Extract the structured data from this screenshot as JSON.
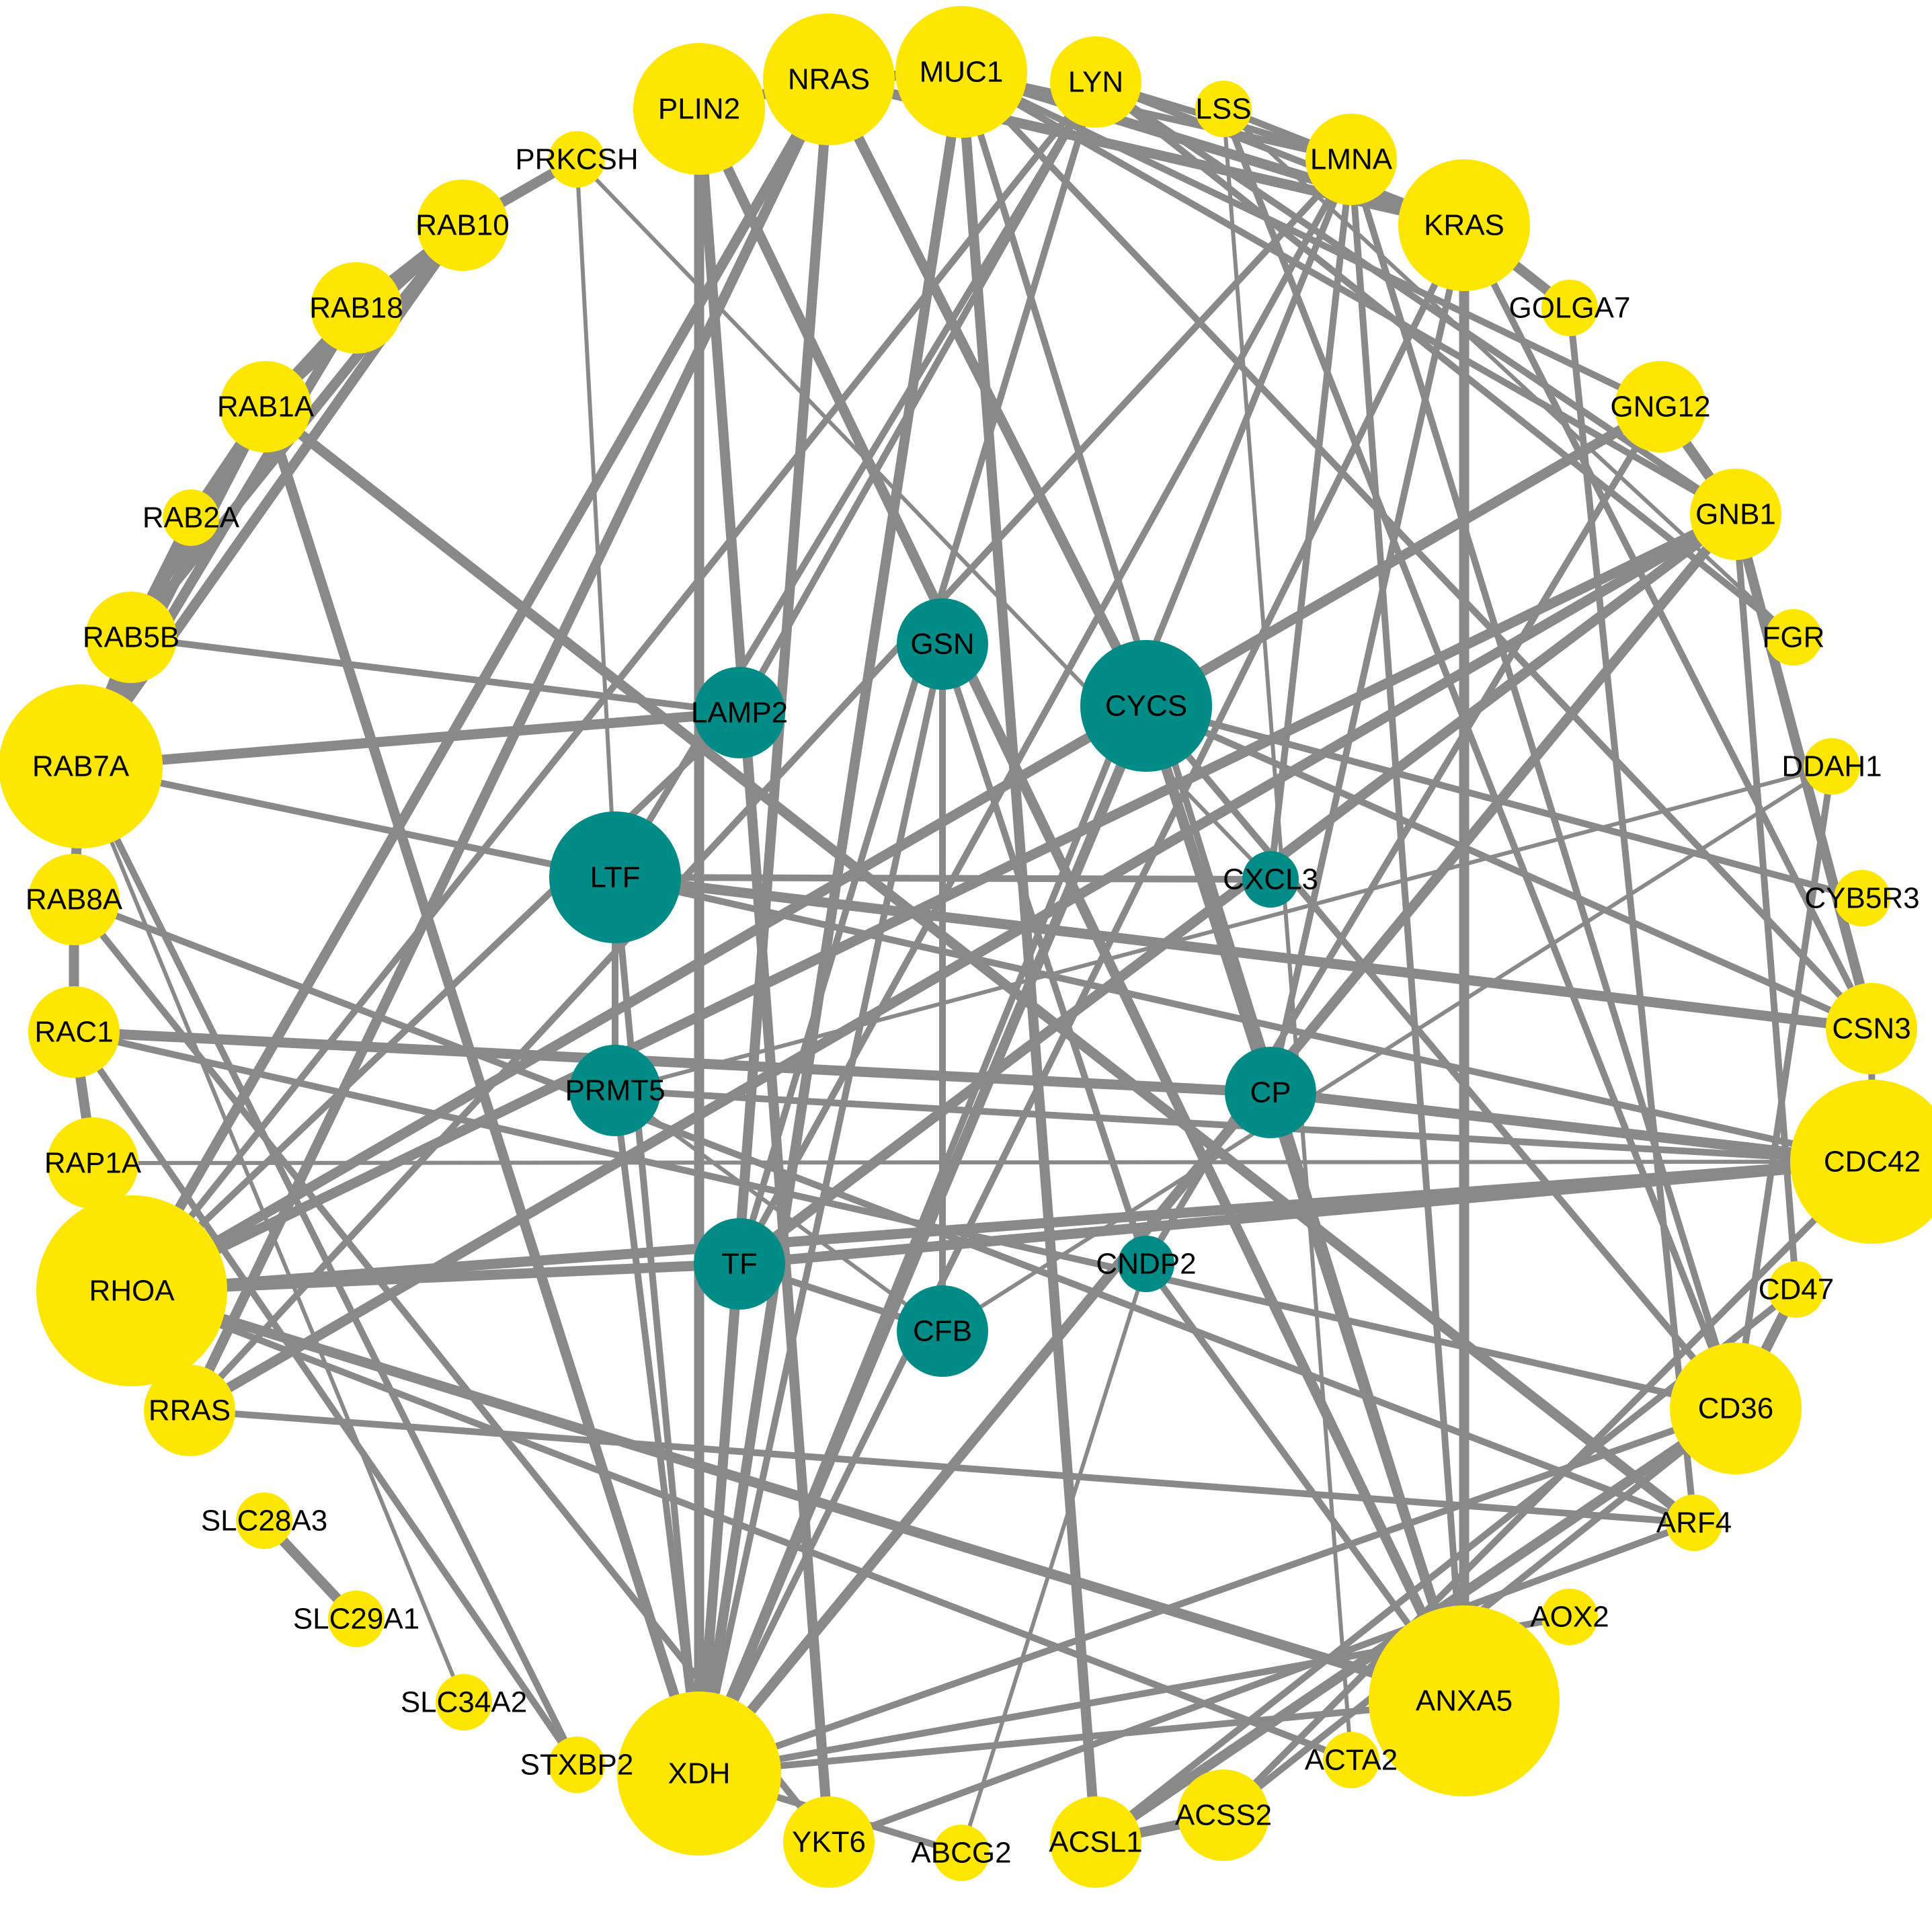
{
  "colors": {
    "background": "#ffffff",
    "edge": "#898989",
    "outer_node": "#fde700",
    "inner_node": "#008b86",
    "label": "#000000"
  },
  "nodes": [
    {
      "id": "PLIN2",
      "label": "PLIN2",
      "group": "outer",
      "size": "large"
    },
    {
      "id": "NRAS",
      "label": "NRAS",
      "group": "outer",
      "size": "large"
    },
    {
      "id": "MUC1",
      "label": "MUC1",
      "group": "outer",
      "size": "large"
    },
    {
      "id": "LYN",
      "label": "LYN",
      "group": "outer",
      "size": "medium"
    },
    {
      "id": "LSS",
      "label": "LSS",
      "group": "outer",
      "size": "small"
    },
    {
      "id": "LMNA",
      "label": "LMNA",
      "group": "outer",
      "size": "medium"
    },
    {
      "id": "KRAS",
      "label": "KRAS",
      "group": "outer",
      "size": "large"
    },
    {
      "id": "GOLGA7",
      "label": "GOLGA7",
      "group": "outer",
      "size": "small"
    },
    {
      "id": "GNG12",
      "label": "GNG12",
      "group": "outer",
      "size": "medium"
    },
    {
      "id": "GNB1",
      "label": "GNB1",
      "group": "outer",
      "size": "medium"
    },
    {
      "id": "FGR",
      "label": "FGR",
      "group": "outer",
      "size": "small"
    },
    {
      "id": "DDAH1",
      "label": "DDAH1",
      "group": "outer",
      "size": "small"
    },
    {
      "id": "CYB5R3",
      "label": "CYB5R3",
      "group": "outer",
      "size": "small"
    },
    {
      "id": "CSN3",
      "label": "CSN3",
      "group": "outer",
      "size": "medium"
    },
    {
      "id": "CDC42",
      "label": "CDC42",
      "group": "outer",
      "size": "xlarge"
    },
    {
      "id": "CD47",
      "label": "CD47",
      "group": "outer",
      "size": "small"
    },
    {
      "id": "CD36",
      "label": "CD36",
      "group": "outer",
      "size": "large"
    },
    {
      "id": "ARF4",
      "label": "ARF4",
      "group": "outer",
      "size": "small"
    },
    {
      "id": "AOX2",
      "label": "AOX2",
      "group": "outer",
      "size": "small"
    },
    {
      "id": "ANXA5",
      "label": "ANXA5",
      "group": "outer",
      "size": "xxlarge"
    },
    {
      "id": "ACTA2",
      "label": "ACTA2",
      "group": "outer",
      "size": "small"
    },
    {
      "id": "ACSS2",
      "label": "ACSS2",
      "group": "outer",
      "size": "medium"
    },
    {
      "id": "ACSL1",
      "label": "ACSL1",
      "group": "outer",
      "size": "medium"
    },
    {
      "id": "ABCG2",
      "label": "ABCG2",
      "group": "outer",
      "size": "small"
    },
    {
      "id": "YKT6",
      "label": "YKT6",
      "group": "outer",
      "size": "medium"
    },
    {
      "id": "XDH",
      "label": "XDH",
      "group": "outer",
      "size": "xlarge"
    },
    {
      "id": "STXBP2",
      "label": "STXBP2",
      "group": "outer",
      "size": "small"
    },
    {
      "id": "SLC34A2",
      "label": "SLC34A2",
      "group": "outer",
      "size": "small"
    },
    {
      "id": "SLC29A1",
      "label": "SLC29A1",
      "group": "outer",
      "size": "small"
    },
    {
      "id": "SLC28A3",
      "label": "SLC28A3",
      "group": "outer",
      "size": "small"
    },
    {
      "id": "RRAS",
      "label": "RRAS",
      "group": "outer",
      "size": "medium"
    },
    {
      "id": "RHOA",
      "label": "RHOA",
      "group": "outer",
      "size": "xxlarge"
    },
    {
      "id": "RAP1A",
      "label": "RAP1A",
      "group": "outer",
      "size": "medium"
    },
    {
      "id": "RAC1",
      "label": "RAC1",
      "group": "outer",
      "size": "medium"
    },
    {
      "id": "RAB8A",
      "label": "RAB8A",
      "group": "outer",
      "size": "medium"
    },
    {
      "id": "RAB7A",
      "label": "RAB7A",
      "group": "outer",
      "size": "xlarge"
    },
    {
      "id": "RAB5B",
      "label": "RAB5B",
      "group": "outer",
      "size": "medium"
    },
    {
      "id": "RAB2A",
      "label": "RAB2A",
      "group": "outer",
      "size": "small"
    },
    {
      "id": "RAB1A",
      "label": "RAB1A",
      "group": "outer",
      "size": "medium"
    },
    {
      "id": "RAB18",
      "label": "RAB18",
      "group": "outer",
      "size": "medium"
    },
    {
      "id": "RAB10",
      "label": "RAB10",
      "group": "outer",
      "size": "medium"
    },
    {
      "id": "PRKCSH",
      "label": "PRKCSH",
      "group": "outer",
      "size": "small"
    },
    {
      "id": "GSN",
      "label": "GSN",
      "group": "inner",
      "size": "medium"
    },
    {
      "id": "LAMP2",
      "label": "LAMP2",
      "group": "inner",
      "size": "medium"
    },
    {
      "id": "CYCS",
      "label": "CYCS",
      "group": "inner",
      "size": "large"
    },
    {
      "id": "LTF",
      "label": "LTF",
      "group": "inner",
      "size": "large"
    },
    {
      "id": "CXCL3",
      "label": "CXCL3",
      "group": "inner",
      "size": "small"
    },
    {
      "id": "PRMT5",
      "label": "PRMT5",
      "group": "inner",
      "size": "medium"
    },
    {
      "id": "CP",
      "label": "CP",
      "group": "inner",
      "size": "medium"
    },
    {
      "id": "TF",
      "label": "TF",
      "group": "inner",
      "size": "medium"
    },
    {
      "id": "CNDP2",
      "label": "CNDP2",
      "group": "inner",
      "size": "small"
    },
    {
      "id": "CFB",
      "label": "CFB",
      "group": "inner",
      "size": "medium"
    }
  ],
  "edges": [
    {
      "source": "RAB10",
      "target": "RAB18",
      "weight": "heavy"
    },
    {
      "source": "RAB10",
      "target": "RAB1A",
      "weight": "heavy"
    },
    {
      "source": "RAB10",
      "target": "RAB5B",
      "weight": "heavy"
    },
    {
      "source": "RAB10",
      "target": "RAB7A",
      "weight": "heavy"
    },
    {
      "source": "RAB18",
      "target": "RAB1A",
      "weight": "heavy"
    },
    {
      "source": "RAB18",
      "target": "RAB7A",
      "weight": "heavy"
    },
    {
      "source": "RAB1A",
      "target": "RAB2A",
      "weight": "heavy"
    },
    {
      "source": "RAB1A",
      "target": "RAB5B",
      "weight": "heavy"
    },
    {
      "source": "RAB1A",
      "target": "RAB7A",
      "weight": "heavy"
    },
    {
      "source": "RAB2A",
      "target": "RAB5B",
      "weight": "heavy"
    },
    {
      "source": "RAB5B",
      "target": "RAB7A",
      "weight": "heavy"
    },
    {
      "source": "RAB7A",
      "target": "RAB8A",
      "weight": "heavy"
    },
    {
      "source": "RAB8A",
      "target": "RAC1",
      "weight": "heavy"
    },
    {
      "source": "RAC1",
      "target": "RAP1A",
      "weight": "heavy"
    },
    {
      "source": "RAP1A",
      "target": "RHOA",
      "weight": "heavy"
    },
    {
      "source": "SLC28A3",
      "target": "SLC29A1",
      "weight": "heavy"
    },
    {
      "source": "RAB10",
      "target": "PRKCSH",
      "weight": "heavy"
    },
    {
      "source": "PLIN2",
      "target": "XDH",
      "weight": "heavy"
    },
    {
      "source": "PLIN2",
      "target": "YKT6",
      "weight": "heavy"
    },
    {
      "source": "PLIN2",
      "target": "ANXA5",
      "weight": "heavy"
    },
    {
      "source": "PLIN2",
      "target": "NRAS",
      "weight": "heavy"
    },
    {
      "source": "NRAS",
      "target": "MUC1",
      "weight": "heavy"
    },
    {
      "source": "NRAS",
      "target": "KRAS",
      "weight": "heavy"
    },
    {
      "source": "NRAS",
      "target": "RHOA",
      "weight": "heavy"
    },
    {
      "source": "NRAS",
      "target": "RRAS",
      "weight": "heavy"
    },
    {
      "source": "NRAS",
      "target": "CYCS",
      "weight": "heavy"
    },
    {
      "source": "NRAS",
      "target": "XDH",
      "weight": "heavy"
    },
    {
      "source": "MUC1",
      "target": "KRAS",
      "weight": "heavy"
    },
    {
      "source": "MUC1",
      "target": "GNB1",
      "weight": "medium"
    },
    {
      "source": "MUC1",
      "target": "GNG12",
      "weight": "medium"
    },
    {
      "source": "MUC1",
      "target": "LMNA",
      "weight": "medium"
    },
    {
      "source": "MUC1",
      "target": "XDH",
      "weight": "heavy"
    },
    {
      "source": "MUC1",
      "target": "CSN3",
      "weight": "medium"
    },
    {
      "source": "MUC1",
      "target": "ANXA5",
      "weight": "medium"
    },
    {
      "source": "MUC1",
      "target": "ACSL1",
      "weight": "heavy"
    },
    {
      "source": "LYN",
      "target": "LMNA",
      "weight": "medium"
    },
    {
      "source": "LYN",
      "target": "KRAS",
      "weight": "medium"
    },
    {
      "source": "LYN",
      "target": "GNB1",
      "weight": "medium"
    },
    {
      "source": "LYN",
      "target": "RHOA",
      "weight": "medium"
    },
    {
      "source": "LYN",
      "target": "LTF",
      "weight": "medium"
    },
    {
      "source": "LYN",
      "target": "TF",
      "weight": "medium"
    },
    {
      "source": "LSS",
      "target": "LMNA",
      "weight": "medium"
    },
    {
      "source": "LSS",
      "target": "ACTA2",
      "weight": "light"
    },
    {
      "source": "LSS",
      "target": "FGR",
      "weight": "light"
    },
    {
      "source": "LMNA",
      "target": "CXCL3",
      "weight": "medium"
    },
    {
      "source": "LMNA",
      "target": "ANXA5",
      "weight": "medium"
    },
    {
      "source": "LMNA",
      "target": "TF",
      "weight": "medium"
    },
    {
      "source": "LMNA",
      "target": "CD36",
      "weight": "medium"
    },
    {
      "source": "LMNA",
      "target": "RRAS",
      "weight": "medium"
    },
    {
      "source": "KRAS",
      "target": "GOLGA7",
      "weight": "heavy"
    },
    {
      "source": "KRAS",
      "target": "ANXA5",
      "weight": "heavy"
    },
    {
      "source": "KRAS",
      "target": "XDH",
      "weight": "medium"
    },
    {
      "source": "KRAS",
      "target": "CP",
      "weight": "medium"
    },
    {
      "source": "GNG12",
      "target": "GNB1",
      "weight": "heavy"
    },
    {
      "source": "GNG12",
      "target": "RHOA",
      "weight": "heavy"
    },
    {
      "source": "GNG12",
      "target": "CNDP2",
      "weight": "medium"
    },
    {
      "source": "GNB1",
      "target": "CSN3",
      "weight": "heavy"
    },
    {
      "source": "GNB1",
      "target": "RHOA",
      "weight": "heavy"
    },
    {
      "source": "GNB1",
      "target": "XDH",
      "weight": "heavy"
    },
    {
      "source": "DDAH1",
      "target": "PRMT5",
      "weight": "light"
    },
    {
      "source": "DDAH1",
      "target": "CFB",
      "weight": "light"
    },
    {
      "source": "CYCS",
      "target": "CSN3",
      "weight": "medium"
    },
    {
      "source": "CYCS",
      "target": "ANXA5",
      "weight": "heavy"
    },
    {
      "source": "CYCS",
      "target": "XDH",
      "weight": "heavy"
    },
    {
      "source": "CYCS",
      "target": "CD36",
      "weight": "medium"
    },
    {
      "source": "CYCS",
      "target": "CYB5R3",
      "weight": "medium"
    },
    {
      "source": "LTF",
      "target": "CXCL3",
      "weight": "medium"
    },
    {
      "source": "LTF",
      "target": "CSN3",
      "weight": "heavy"
    },
    {
      "source": "LTF",
      "target": "CDC42",
      "weight": "medium"
    },
    {
      "source": "LTF",
      "target": "PRMT5",
      "weight": "medium"
    },
    {
      "source": "LTF",
      "target": "XDH",
      "weight": "medium"
    },
    {
      "source": "LTF",
      "target": "RAB7A",
      "weight": "medium"
    },
    {
      "source": "LAMP2",
      "target": "RAB7A",
      "weight": "heavy"
    },
    {
      "source": "LAMP2",
      "target": "RAB5B",
      "weight": "medium"
    },
    {
      "source": "LAMP2",
      "target": "LYN",
      "weight": "medium"
    },
    {
      "source": "LAMP2",
      "target": "RHOA",
      "weight": "medium"
    },
    {
      "source": "GSN",
      "target": "CFB",
      "weight": "medium"
    },
    {
      "source": "GSN",
      "target": "CNDP2",
      "weight": "medium"
    },
    {
      "source": "GSN",
      "target": "XDH",
      "weight": "medium"
    },
    {
      "source": "CP",
      "target": "CYCS",
      "weight": "heavy"
    },
    {
      "source": "CP",
      "target": "ANXA5",
      "weight": "heavy"
    },
    {
      "source": "CP",
      "target": "RAC1",
      "weight": "heavy"
    },
    {
      "source": "CP",
      "target": "CDC42",
      "weight": "heavy"
    },
    {
      "source": "TF",
      "target": "RHOA",
      "weight": "heavy"
    },
    {
      "source": "TF",
      "target": "CDC42",
      "weight": "heavy"
    },
    {
      "source": "TF",
      "target": "CFB",
      "weight": "medium"
    },
    {
      "source": "TF",
      "target": "XDH",
      "weight": "medium"
    },
    {
      "source": "TF",
      "target": "GNB1",
      "weight": "heavy"
    },
    {
      "source": "PRMT5",
      "target": "CDC42",
      "weight": "medium"
    },
    {
      "source": "PRMT5",
      "target": "XDH",
      "weight": "medium"
    },
    {
      "source": "CNDP2",
      "target": "ANXA5",
      "weight": "medium"
    },
    {
      "source": "RAP1A",
      "target": "CDC42",
      "weight": "light"
    },
    {
      "source": "RHOA",
      "target": "CDC42",
      "weight": "heavy"
    },
    {
      "source": "RHOA",
      "target": "ANXA5",
      "weight": "heavy"
    },
    {
      "source": "RHOA",
      "target": "ACTA2",
      "weight": "medium"
    },
    {
      "source": "RRAS",
      "target": "GNB1",
      "weight": "heavy"
    },
    {
      "source": "RAB1A",
      "target": "XDH",
      "weight": "heavy"
    },
    {
      "source": "RAB1A",
      "target": "ARF4",
      "weight": "heavy"
    },
    {
      "source": "RAB8A",
      "target": "YKT6",
      "weight": "medium"
    },
    {
      "source": "RAB8A",
      "target": "ARF4",
      "weight": "medium"
    },
    {
      "source": "RAC1",
      "target": "STXBP2",
      "weight": "medium"
    },
    {
      "source": "RAC1",
      "target": "CD36",
      "weight": "medium"
    },
    {
      "source": "SLC34A2",
      "target": "RAB7A",
      "weight": "light"
    },
    {
      "source": "PRKCSH",
      "target": "LTF",
      "weight": "light"
    },
    {
      "source": "PRKCSH",
      "target": "CXCL3",
      "weight": "light"
    },
    {
      "source": "CDC42",
      "target": "ACSS2",
      "weight": "medium"
    },
    {
      "source": "CDC42",
      "target": "CSN3",
      "weight": "medium"
    },
    {
      "source": "CD47",
      "target": "CD36",
      "weight": "heavy"
    },
    {
      "source": "CD36",
      "target": "XDH",
      "weight": "medium"
    },
    {
      "source": "CD36",
      "target": "ACSL1",
      "weight": "heavy"
    },
    {
      "source": "CD36",
      "target": "ACSS2",
      "weight": "medium"
    },
    {
      "source": "CD36",
      "target": "DDAH1",
      "weight": "medium"
    },
    {
      "source": "CSN3",
      "target": "KRAS",
      "weight": "medium"
    },
    {
      "source": "ARF4",
      "target": "YKT6",
      "weight": "medium"
    },
    {
      "source": "ARF4",
      "target": "GOLGA7",
      "weight": "medium"
    },
    {
      "source": "AOX2",
      "target": "XDH",
      "weight": "medium"
    },
    {
      "source": "ANXA5",
      "target": "XDH",
      "weight": "medium"
    },
    {
      "source": "ACSL1",
      "target": "ACSS2",
      "weight": "heavy"
    },
    {
      "source": "ACSL1",
      "target": "CD47",
      "weight": "medium"
    },
    {
      "source": "ABCG2",
      "target": "CNDP2",
      "weight": "light"
    },
    {
      "source": "ABCG2",
      "target": "XDH",
      "weight": "medium"
    },
    {
      "source": "LSS",
      "target": "CD36",
      "weight": "medium"
    },
    {
      "source": "GNB1",
      "target": "CD47",
      "weight": "medium"
    },
    {
      "source": "CYB5R3",
      "target": "CYCS",
      "weight": "light"
    },
    {
      "source": "LMNA",
      "target": "XDH",
      "weight": "medium"
    },
    {
      "source": "FGR",
      "target": "LYN",
      "weight": "medium"
    },
    {
      "source": "STXBP2",
      "target": "RAB7A",
      "weight": "medium"
    },
    {
      "source": "ARF4",
      "target": "RRAS",
      "weight": "medium"
    },
    {
      "source": "CFB",
      "target": "PRMT5",
      "weight": "light"
    }
  ]
}
